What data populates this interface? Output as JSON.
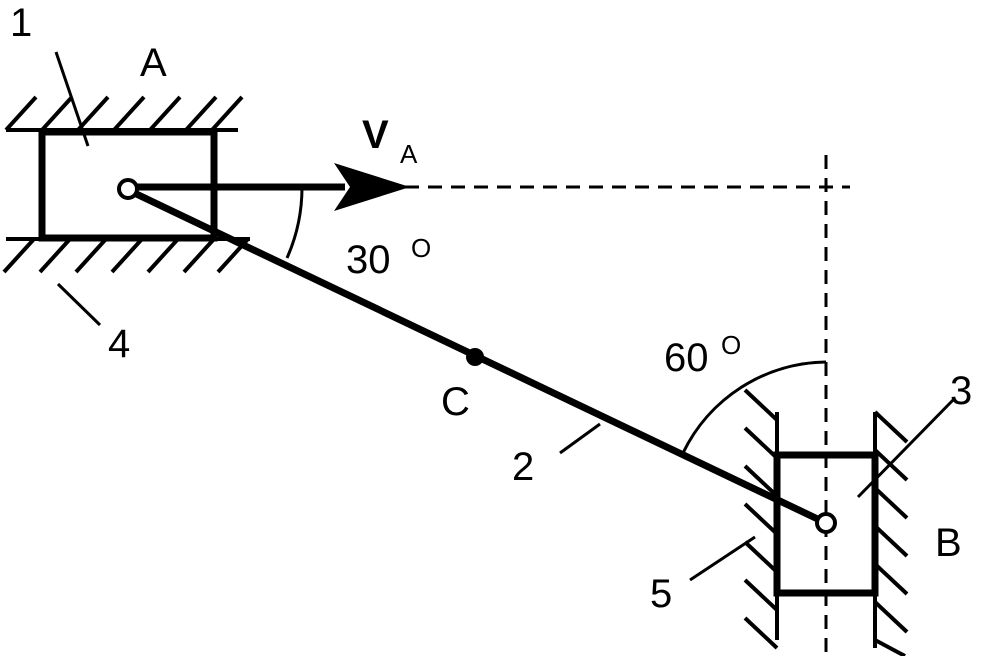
{
  "labels": {
    "point_a": "A",
    "point_b": "B",
    "point_c": "C",
    "part_1": "1",
    "part_2": "2",
    "part_3": "3",
    "part_4": "4",
    "part_5": "5",
    "velocity_symbol": "V",
    "velocity_subscript": "A",
    "angle_30_value": "30",
    "angle_60_value": "60",
    "degree_mark": "O"
  },
  "angles_deg": {
    "rod_below_horizontal": 30,
    "rod_from_vertical": 60
  },
  "colors": {
    "ink": "#000000",
    "background": "#ffffff"
  }
}
